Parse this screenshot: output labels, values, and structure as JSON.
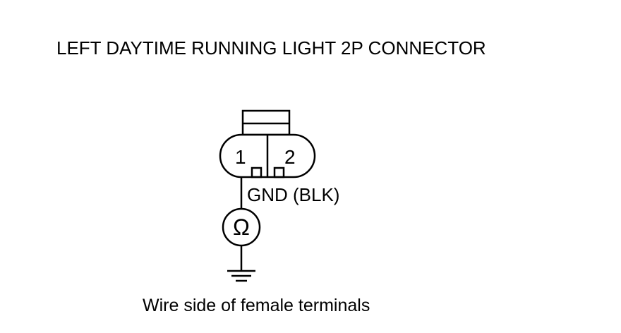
{
  "title": "LEFT DAYTIME RUNNING LIGHT 2P CONNECTOR",
  "connector": {
    "pins": [
      {
        "number": "1"
      },
      {
        "number": "2"
      }
    ]
  },
  "wire_label": "GND (BLK)",
  "meter": {
    "symbol": "Ω",
    "icon": "ohmmeter-icon"
  },
  "ground": {
    "icon": "ground-icon"
  },
  "caption": "Wire side of female terminals",
  "colors": {
    "ink": "#000000",
    "background": "#ffffff"
  }
}
